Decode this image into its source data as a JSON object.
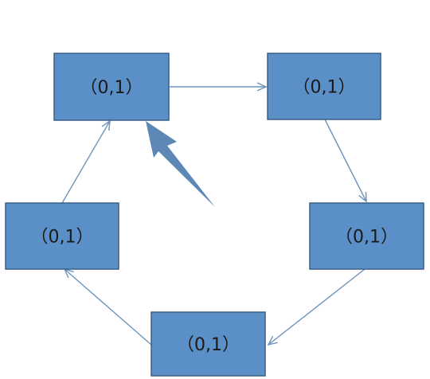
{
  "colors": {
    "node_fill": "#5b8fc7",
    "node_border": "#3b5f86",
    "edge": "#6d93bc",
    "pointer_arrow": "#5d87b5"
  },
  "nodes": [
    {
      "id": "top-left",
      "label": "（0,1）"
    },
    {
      "id": "top-right",
      "label": "（0,1）"
    },
    {
      "id": "mid-right",
      "label": "（0,1）"
    },
    {
      "id": "bottom",
      "label": "（0,1）"
    },
    {
      "id": "mid-left",
      "label": "（0,1）"
    }
  ],
  "edges": [
    {
      "from": "top-left",
      "to": "top-right"
    },
    {
      "from": "top-right",
      "to": "mid-right"
    },
    {
      "from": "mid-right",
      "to": "bottom"
    },
    {
      "from": "bottom",
      "to": "mid-left"
    },
    {
      "from": "mid-left",
      "to": "top-left"
    }
  ],
  "pointer": {
    "target": "top-left",
    "icon": "thick-arrow-icon"
  }
}
